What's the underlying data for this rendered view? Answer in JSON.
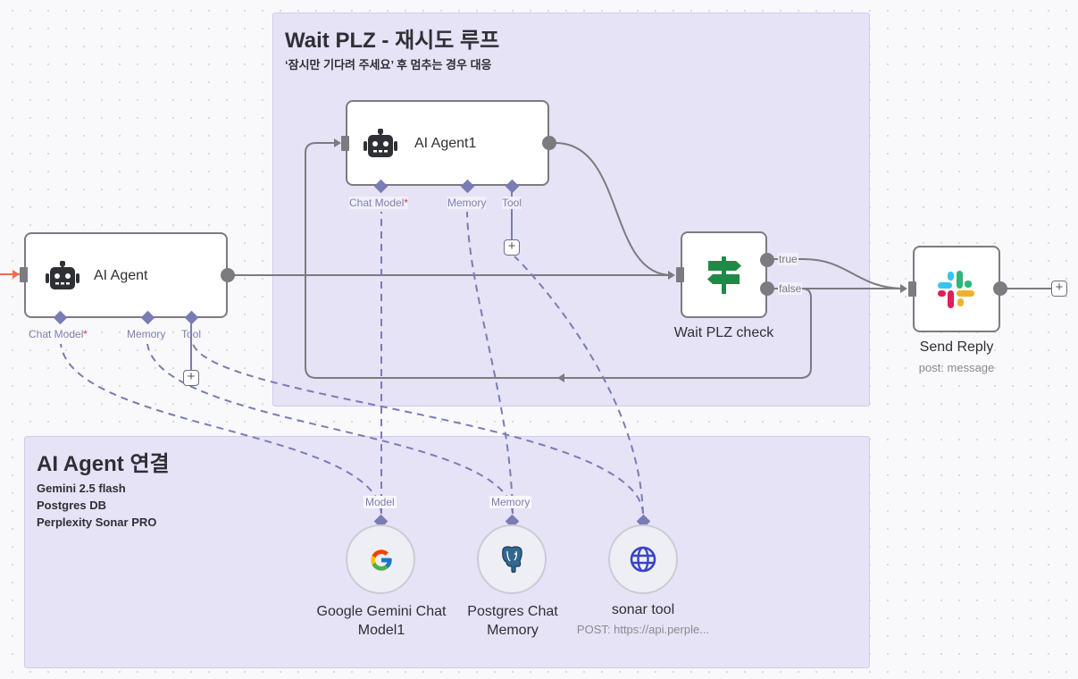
{
  "sticky_notes": [
    {
      "title": "Wait PLZ - 재시도 루프",
      "subtitle": "‘잠시만 기다려 주세요’ 후 멈추는 경우 대응"
    },
    {
      "title": "AI Agent 연결",
      "lines": [
        "Gemini 2.5 flash",
        "Postgres DB",
        "Perplexity Sonar PRO"
      ]
    }
  ],
  "nodes": {
    "ai_agent": {
      "label": "AI Agent",
      "icon": "robot-icon",
      "ports": {
        "chat_model": "Chat Model",
        "required_mark": "*",
        "memory": "Memory",
        "tool": "Tool"
      }
    },
    "ai_agent1": {
      "label": "AI Agent1",
      "icon": "robot-icon",
      "ports": {
        "chat_model": "Chat Model",
        "required_mark": "*",
        "memory": "Memory",
        "tool": "Tool"
      }
    },
    "wait_check": {
      "label": "Wait PLZ check",
      "icon": "signpost-icon",
      "outputs": {
        "true": "true",
        "false": "false"
      }
    },
    "send_reply": {
      "label": "Send Reply",
      "subtitle": "post: message",
      "icon": "slack-icon"
    },
    "gemini": {
      "label_line1": "Google Gemini Chat",
      "label_line2": "Model1",
      "connector": "Model",
      "icon": "google-icon"
    },
    "postgres": {
      "label_line1": "Postgres Chat",
      "label_line2": "Memory",
      "connector": "Memory",
      "icon": "postgres-elephant-icon"
    },
    "sonar": {
      "label": "sonar tool",
      "subtitle": "POST: https://api.perple...",
      "icon": "globe-icon"
    }
  },
  "plus_buttons": {
    "symbol": "+"
  },
  "colors": {
    "edge": "#7b7b80",
    "ai_edge": "#7a7cb5",
    "sticky_bg": "#e6e3f6",
    "incoming_edge": "#ef6b50",
    "signpost_green": "#1f8a45"
  }
}
